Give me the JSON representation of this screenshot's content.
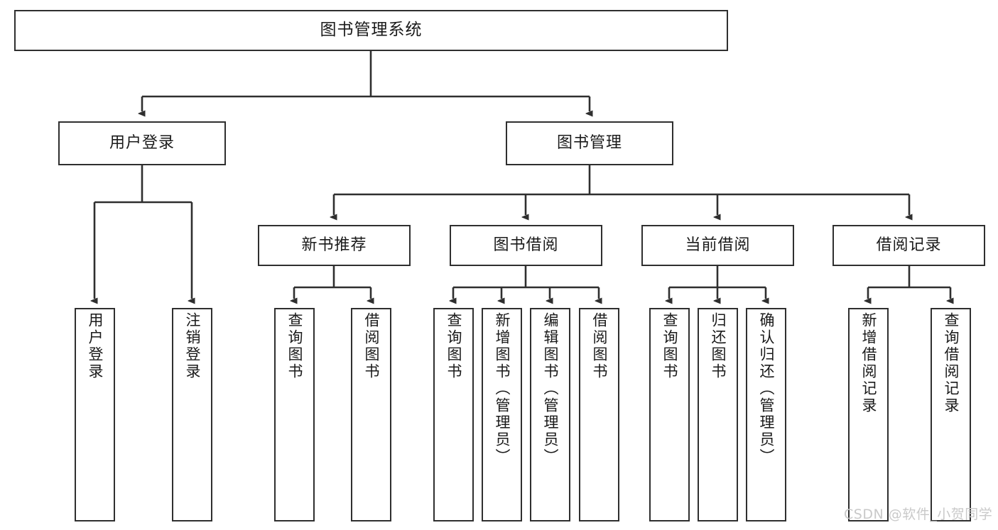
{
  "diagram": {
    "type": "tree",
    "title": "图书管理系统",
    "background_color": "#ffffff",
    "line_color": "#2f2f2f",
    "text_color": "#1a1a1a",
    "root": {
      "id": "root",
      "label": "图书管理系统"
    },
    "level1": [
      {
        "id": "user-login",
        "label": "用户登录"
      },
      {
        "id": "book-management",
        "label": "图书管理"
      }
    ],
    "level2": [
      {
        "id": "new-book-recommend",
        "label": "新书推荐"
      },
      {
        "id": "book-borrow",
        "label": "图书借阅"
      },
      {
        "id": "current-borrow",
        "label": "当前借阅"
      },
      {
        "id": "borrow-record",
        "label": "借阅记录"
      }
    ],
    "leaves": {
      "user_login": [
        {
          "id": "leaf-user-login",
          "label": "用户登录"
        },
        {
          "id": "leaf-logout-login",
          "label": "注销登录"
        }
      ],
      "new_book_recommend": [
        {
          "id": "leaf-query-book-1",
          "label": "查询图书"
        },
        {
          "id": "leaf-borrow-book-1",
          "label": "借阅图书"
        }
      ],
      "book_borrow": [
        {
          "id": "leaf-query-book-2",
          "label": "查询图书"
        },
        {
          "id": "leaf-add-book",
          "label": "新增图书（管理员）"
        },
        {
          "id": "leaf-edit-book",
          "label": "编辑图书（管理员）"
        },
        {
          "id": "leaf-borrow-book-2",
          "label": "借阅图书"
        }
      ],
      "current_borrow": [
        {
          "id": "leaf-query-book-3",
          "label": "查询图书"
        },
        {
          "id": "leaf-return-book",
          "label": "归还图书"
        },
        {
          "id": "leaf-confirm-return",
          "label": "确认归还（管理员）"
        }
      ],
      "borrow_record": [
        {
          "id": "leaf-add-record",
          "label": "新增借阅记录"
        },
        {
          "id": "leaf-query-record",
          "label": "查询借阅记录"
        }
      ]
    }
  },
  "watermark": {
    "text": "CSDN @软件_小贺同学"
  }
}
